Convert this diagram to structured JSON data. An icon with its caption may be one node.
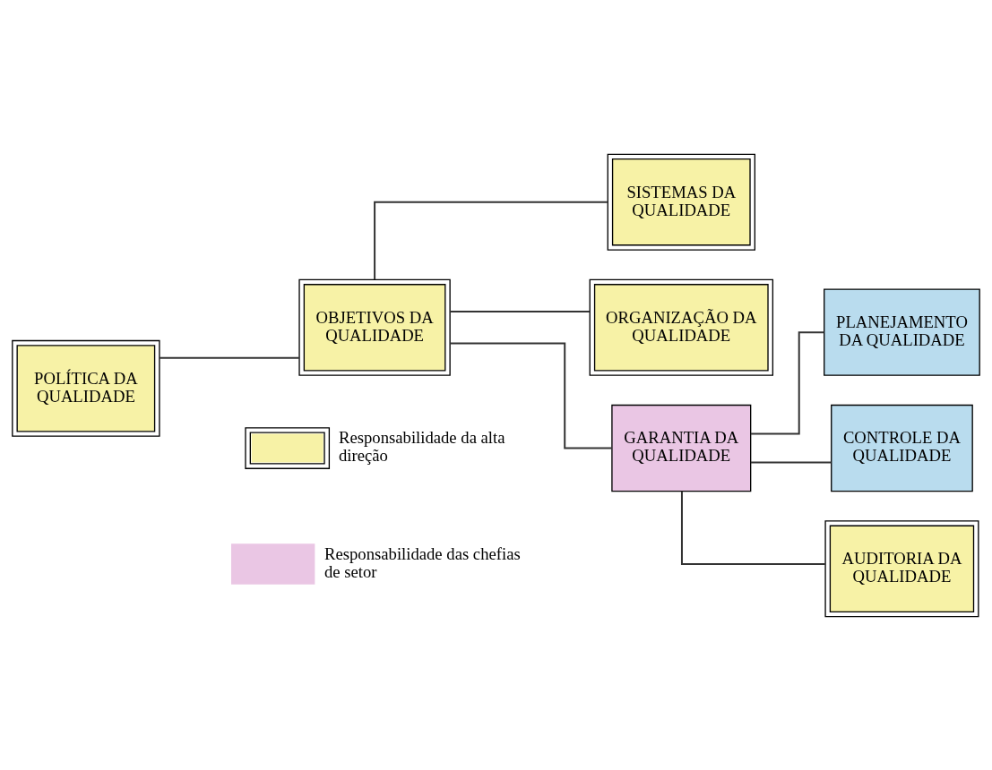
{
  "diagram": {
    "nodes": [
      {
        "text": [
          "POLÍTICA DA QUALIDADE"
        ]
      },
      {
        "text": [
          "OBJETIVOS DA QUALIDADE"
        ]
      },
      {
        "text": [
          "SISTEMAS DA QUALIDADE"
        ]
      },
      {
        "text": [
          "ORGANIZAÇÃO DA QUALIDADE"
        ]
      },
      {
        "text": [
          "GARANTIA DA QUALIDADE"
        ]
      },
      {
        "text": [
          "PLANEJAMENTO DA QUALIDADE"
        ]
      },
      {
        "text": [
          "CONTROLE DA QUALIDADE"
        ]
      },
      {
        "text": [
          "AUDITORIA DA QUALIDADE"
        ]
      }
    ],
    "edges": [
      {
        "from": 0,
        "to": 1,
        "arrow": "none"
      },
      {
        "from": 1,
        "to": 2,
        "arrow": "none"
      },
      {
        "from": 1,
        "to": 3,
        "arrow": "none"
      },
      {
        "from": 1,
        "to": 4,
        "arrow": "none"
      },
      {
        "from": 4,
        "to": 5,
        "arrow": "none"
      },
      {
        "from": 4,
        "to": 6,
        "arrow": "none"
      },
      {
        "from": 4,
        "to": 7,
        "arrow": "none"
      }
    ],
    "legend": [
      {
        "text": "Responsabilidade da alta direção"
      },
      {
        "text": "Responsabilidade das chefias de setor",
        "color": "#eac6e4"
      }
    ]
  }
}
